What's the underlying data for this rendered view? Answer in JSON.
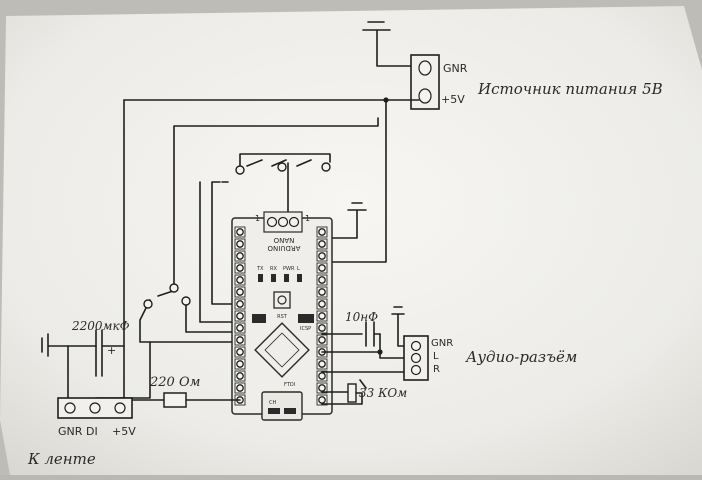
{
  "power": {
    "label": "Источник питания 5В",
    "pins": [
      "GNR",
      "+5V"
    ]
  },
  "audio": {
    "label": "Аудио-разъём",
    "pins": [
      "GNR",
      "L",
      "R"
    ]
  },
  "strip": {
    "label": "К ленте",
    "pins": [
      "GNR",
      "DI",
      "+5V"
    ]
  },
  "parts": {
    "cap_big": "2200мкФ",
    "cap_plus": "+",
    "cap_small": "10нФ",
    "resistor_di": "220 Ом",
    "resistor_audio": "33 КОм"
  },
  "board": {
    "name": "ARDUINO",
    "model": "NANO",
    "top_pins": [
      "1",
      "1"
    ],
    "leds": [
      "TX",
      "RX",
      "PWR",
      "L"
    ],
    "marks": [
      "ICSP",
      "RST",
      "FTDI",
      "CH"
    ]
  }
}
